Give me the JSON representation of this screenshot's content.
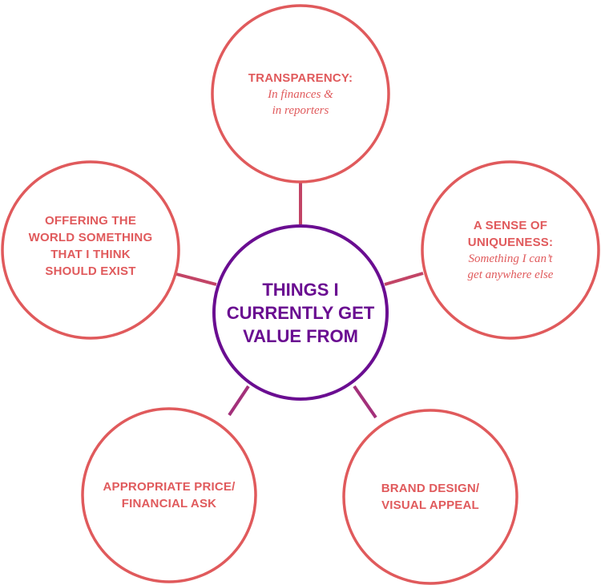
{
  "center": {
    "text": "THINGS I\nCURRENTLY GET\nVALUE FROM",
    "color": "#6a0d91"
  },
  "nodes": {
    "transparency": {
      "head": "TRANSPARENCY:",
      "sub": "In finances &\nin reporters"
    },
    "uniqueness": {
      "head": "A SENSE OF\nUNIQUENESS:",
      "sub": "Something I can’t\nget anywhere else"
    },
    "offering": {
      "head": "OFFERING THE\nWORLD SOMETHING\nTHAT I THINK\nSHOULD EXIST"
    },
    "price": {
      "head": "APPROPRIATE PRICE/\nFINANCIAL ASK"
    },
    "brand": {
      "head": "BRAND DESIGN/\nVISUAL APPEAL"
    }
  },
  "colors": {
    "node_outline": "#e05a5c",
    "center_outline": "#6a0d91",
    "text_accent": "#e05a5c",
    "connector": "#b0316e"
  }
}
